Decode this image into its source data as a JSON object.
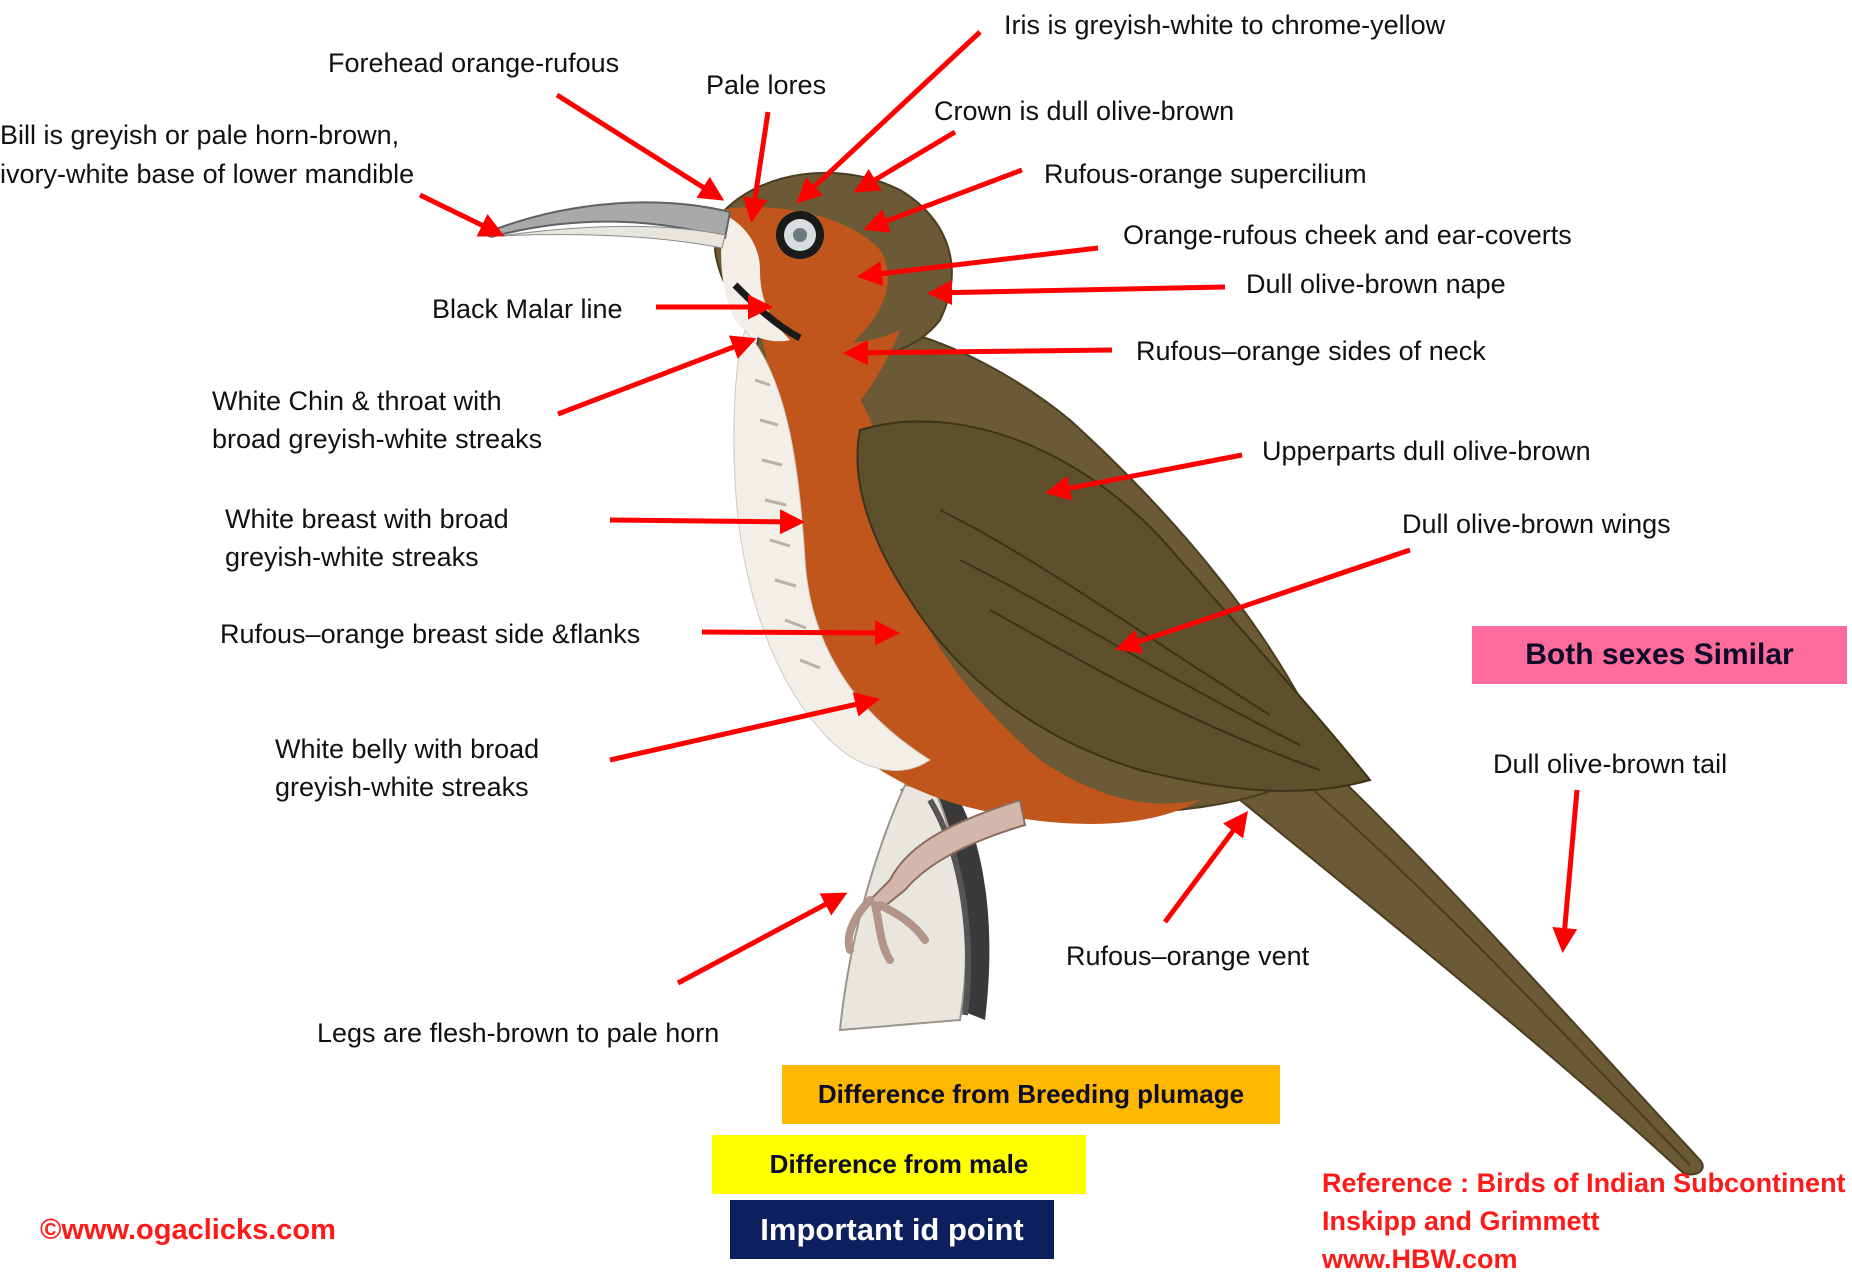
{
  "annotations": {
    "forehead": "Forehead orange-rufous",
    "pale_lores": "Pale lores",
    "iris": "Iris is greyish-white to chrome-yellow",
    "crown": "Crown is dull olive-brown",
    "supercilium": "Rufous-orange supercilium",
    "bill_1": "Bill is greyish or pale horn-brown,",
    "bill_2": "ivory-white base of lower mandible",
    "cheek": "Orange-rufous cheek and ear-coverts",
    "nape": "Dull olive-brown nape",
    "malar": "Black Malar line",
    "neck_sides": "Rufous–orange sides of neck",
    "chin_1": "White Chin & throat with",
    "chin_2": "broad greyish-white streaks",
    "upperparts": "Upperparts dull olive-brown",
    "breast_1": "White breast with broad",
    "breast_2": "greyish-white streaks",
    "wings": "Dull olive-brown wings",
    "flanks": "Rufous–orange breast side &flanks",
    "sexes": "Both sexes Similar",
    "belly_1": "White belly with broad",
    "belly_2": "greyish-white streaks",
    "tail": "Dull olive-brown tail",
    "vent": "Rufous–orange vent",
    "legs": "Legs are flesh-brown to pale horn"
  },
  "legend": {
    "breeding": "Difference from Breeding plumage",
    "male": "Difference from male",
    "important": "Important  id point"
  },
  "reference": {
    "line1": "Reference : Birds of Indian Subcontinent",
    "line2": "Inskipp and Grimmett",
    "line3": "www.HBW.com"
  },
  "copyright": "©www.ogaclicks.com",
  "colors": {
    "arrow": "#ff0000",
    "sexes_box": "#ff6b9a",
    "breeding_box": "#ffb800",
    "male_box": "#ffff00",
    "important_box": "#0d1f5c",
    "reference_text": "#ff1a1a",
    "olive_brown": "#6b5a35",
    "rufous_orange": "#c0561c"
  }
}
